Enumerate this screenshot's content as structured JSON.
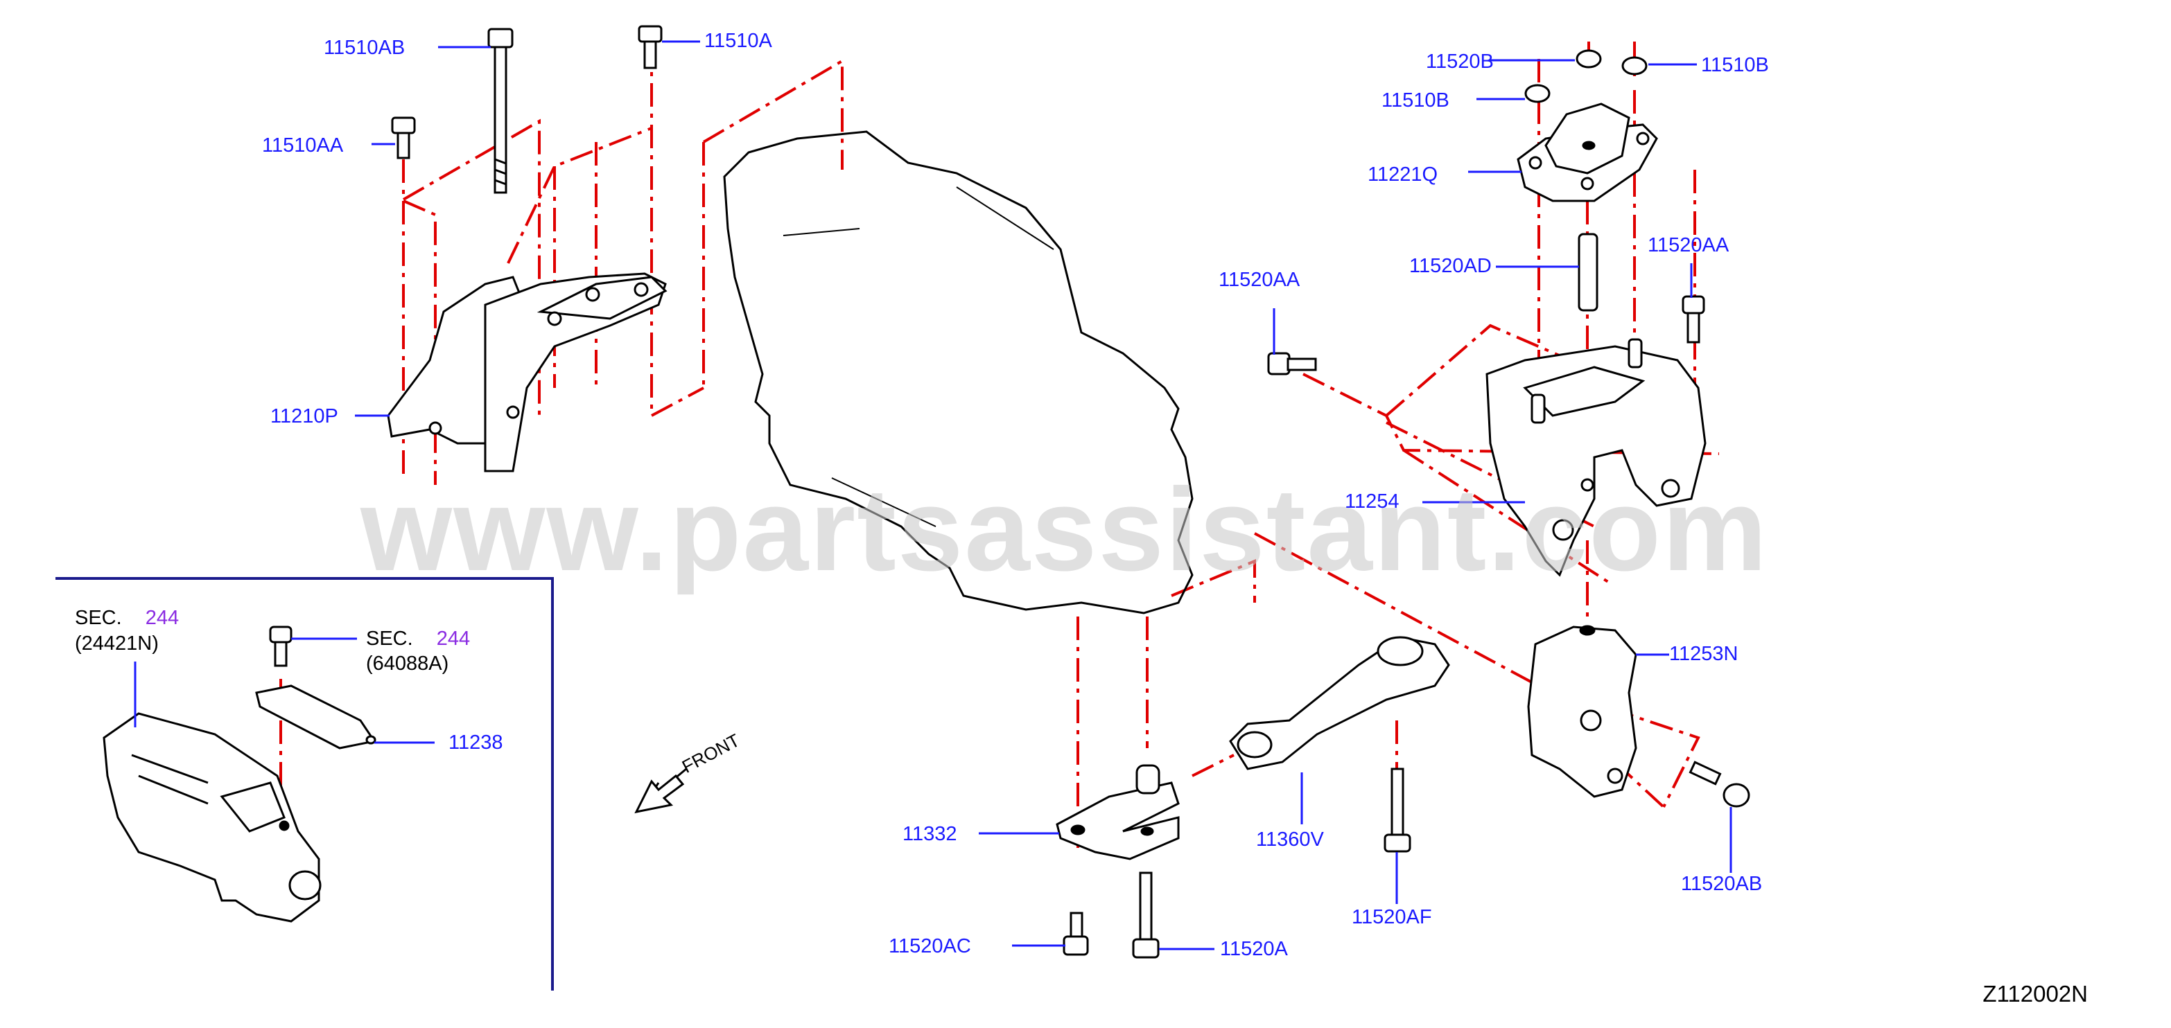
{
  "watermark": "www.partsassistant.com",
  "diagram_code": "Z112002N",
  "front_label": "FRONT",
  "labels": {
    "p11510AB": "11510AB",
    "p11510A_top": "11510A",
    "p11510AA": "11510AA",
    "p11210P": "11210P",
    "p11520B": "11520B",
    "p11510B_right": "11510B",
    "p11510B_left": "11510B",
    "p11221Q": "11221Q",
    "p11520AD": "11520AD",
    "p11520AA_left": "11520AA",
    "p11520AA_right": "11520AA",
    "p11254": "11254",
    "p11253N": "11253N",
    "p11520AB": "11520AB",
    "p11332": "11332",
    "p11360V": "11360V",
    "p11520AF": "11520AF",
    "p11520AC": "11520AC",
    "p11520A_bottom": "11520A",
    "p11238": "11238"
  },
  "inset": {
    "sec1_prefix": "SEC.",
    "sec1_num": "244",
    "sec1_ref": "(24421N)",
    "sec2_prefix": "SEC.",
    "sec2_num": "244",
    "sec2_ref": "(64088A)"
  },
  "colors": {
    "label_blue": "#1a1aff",
    "dash_red": "#e00000",
    "line_black": "#000000",
    "sec_purple": "#8a2be2",
    "inset_border": "#1a1a8c"
  }
}
